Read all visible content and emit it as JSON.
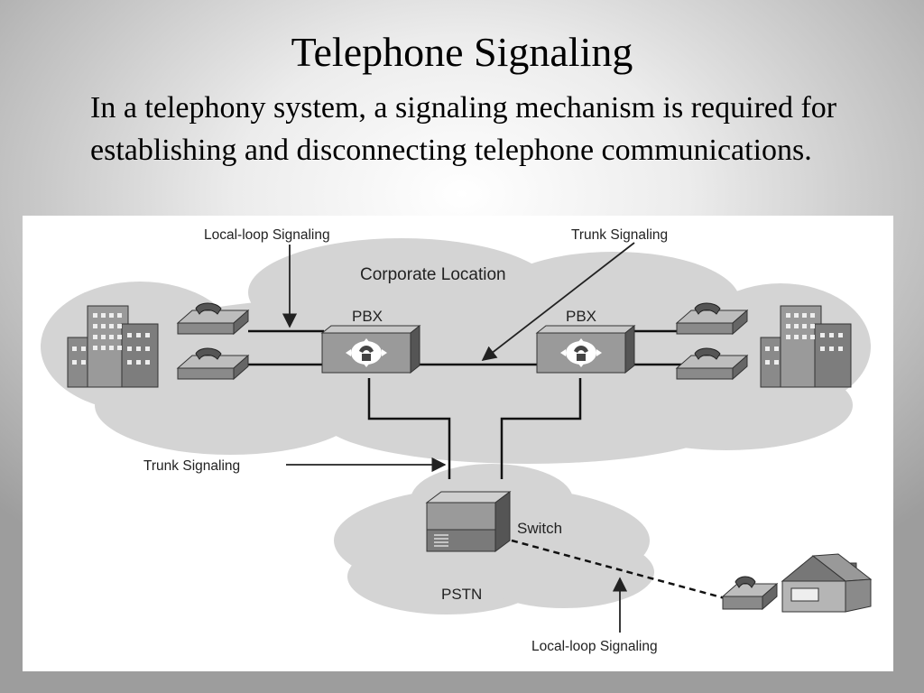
{
  "slide": {
    "title": "Telephone Signaling",
    "body": "In a telephony system, a signaling mechanism is required for establishing and disconnecting telephone communications."
  },
  "diagram": {
    "labels": {
      "local_loop_top": "Local-loop Signaling",
      "trunk_top": "Trunk Signaling",
      "corporate_location": "Corporate Location",
      "pbx_left": "PBX",
      "pbx_right": "PBX",
      "trunk_left": "Trunk Signaling",
      "switch": "Switch",
      "pstn": "PSTN",
      "local_loop_bottom": "Local-loop Signaling"
    },
    "icons": [
      "building-icon",
      "telephone-icon",
      "pbx-icon",
      "switch-icon",
      "house-icon"
    ]
  }
}
